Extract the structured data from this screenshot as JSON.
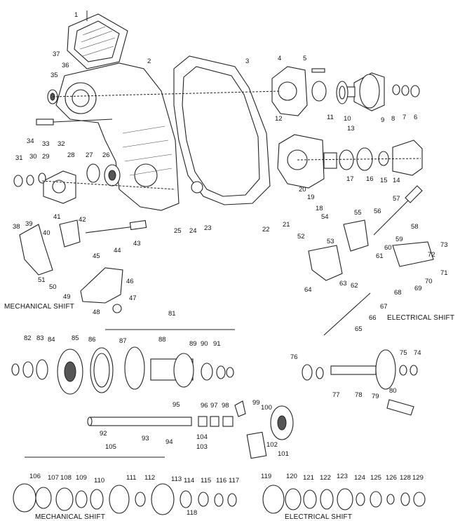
{
  "captions": {
    "mechanical_shift_top": "MECHANICAL SHIFT",
    "electrical_shift_top": "ELECTRICAL SHIFT",
    "mechanical_shift_bottom": "MECHANICAL SHIFT",
    "electrical_shift_bottom": "ELECTRICAL SHIFT"
  },
  "callouts": [
    "1",
    "2",
    "3",
    "4",
    "5",
    "6",
    "7",
    "8",
    "9",
    "10",
    "11",
    "12",
    "13",
    "14",
    "15",
    "16",
    "17",
    "18",
    "19",
    "20",
    "21",
    "22",
    "23",
    "24",
    "25",
    "26",
    "27",
    "28",
    "29",
    "30",
    "31",
    "32",
    "33",
    "34",
    "35",
    "36",
    "37",
    "38",
    "39",
    "40",
    "41",
    "42",
    "43",
    "44",
    "45",
    "46",
    "47",
    "48",
    "49",
    "50",
    "51",
    "52",
    "53",
    "54",
    "55",
    "56",
    "57",
    "58",
    "59",
    "60",
    "61",
    "62",
    "63",
    "64",
    "65",
    "66",
    "67",
    "68",
    "69",
    "70",
    "71",
    "72",
    "73",
    "74",
    "75",
    "76",
    "77",
    "78",
    "79",
    "80",
    "81",
    "82",
    "83",
    "84",
    "85",
    "86",
    "87",
    "88",
    "89",
    "90",
    "91",
    "92",
    "93",
    "94",
    "95",
    "96",
    "97",
    "98",
    "99",
    "100",
    "101",
    "102",
    "103",
    "104",
    "105",
    "106",
    "107",
    "108",
    "109",
    "110",
    "111",
    "112",
    "113",
    "114",
    "115",
    "116",
    "117",
    "118",
    "119",
    "120",
    "121",
    "122",
    "123",
    "124",
    "125",
    "126",
    "128",
    "129"
  ]
}
